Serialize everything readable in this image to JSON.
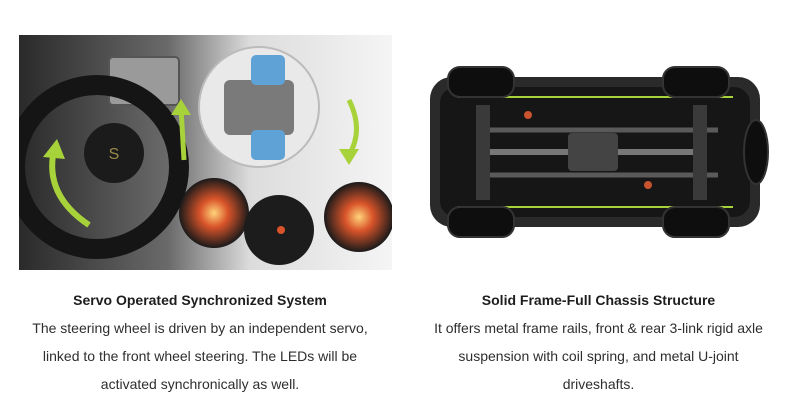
{
  "features": [
    {
      "title": "Servo Operated Synchronized System",
      "description_lines": [
        "The steering wheel is driven by an independent servo,",
        "linked to the front wheel steering. The LEDs will be",
        "activated synchronically as well."
      ]
    },
    {
      "title": "Solid Frame-Full Chassis Structure",
      "description_lines": [
        "It offers metal frame rails, front & rear 3-link rigid axle",
        "suspension with coil spring, and metal U-joint",
        "driveshafts."
      ]
    }
  ],
  "colors": {
    "accent_green": "#a8d23a",
    "text_dark": "#1d1d1d"
  }
}
